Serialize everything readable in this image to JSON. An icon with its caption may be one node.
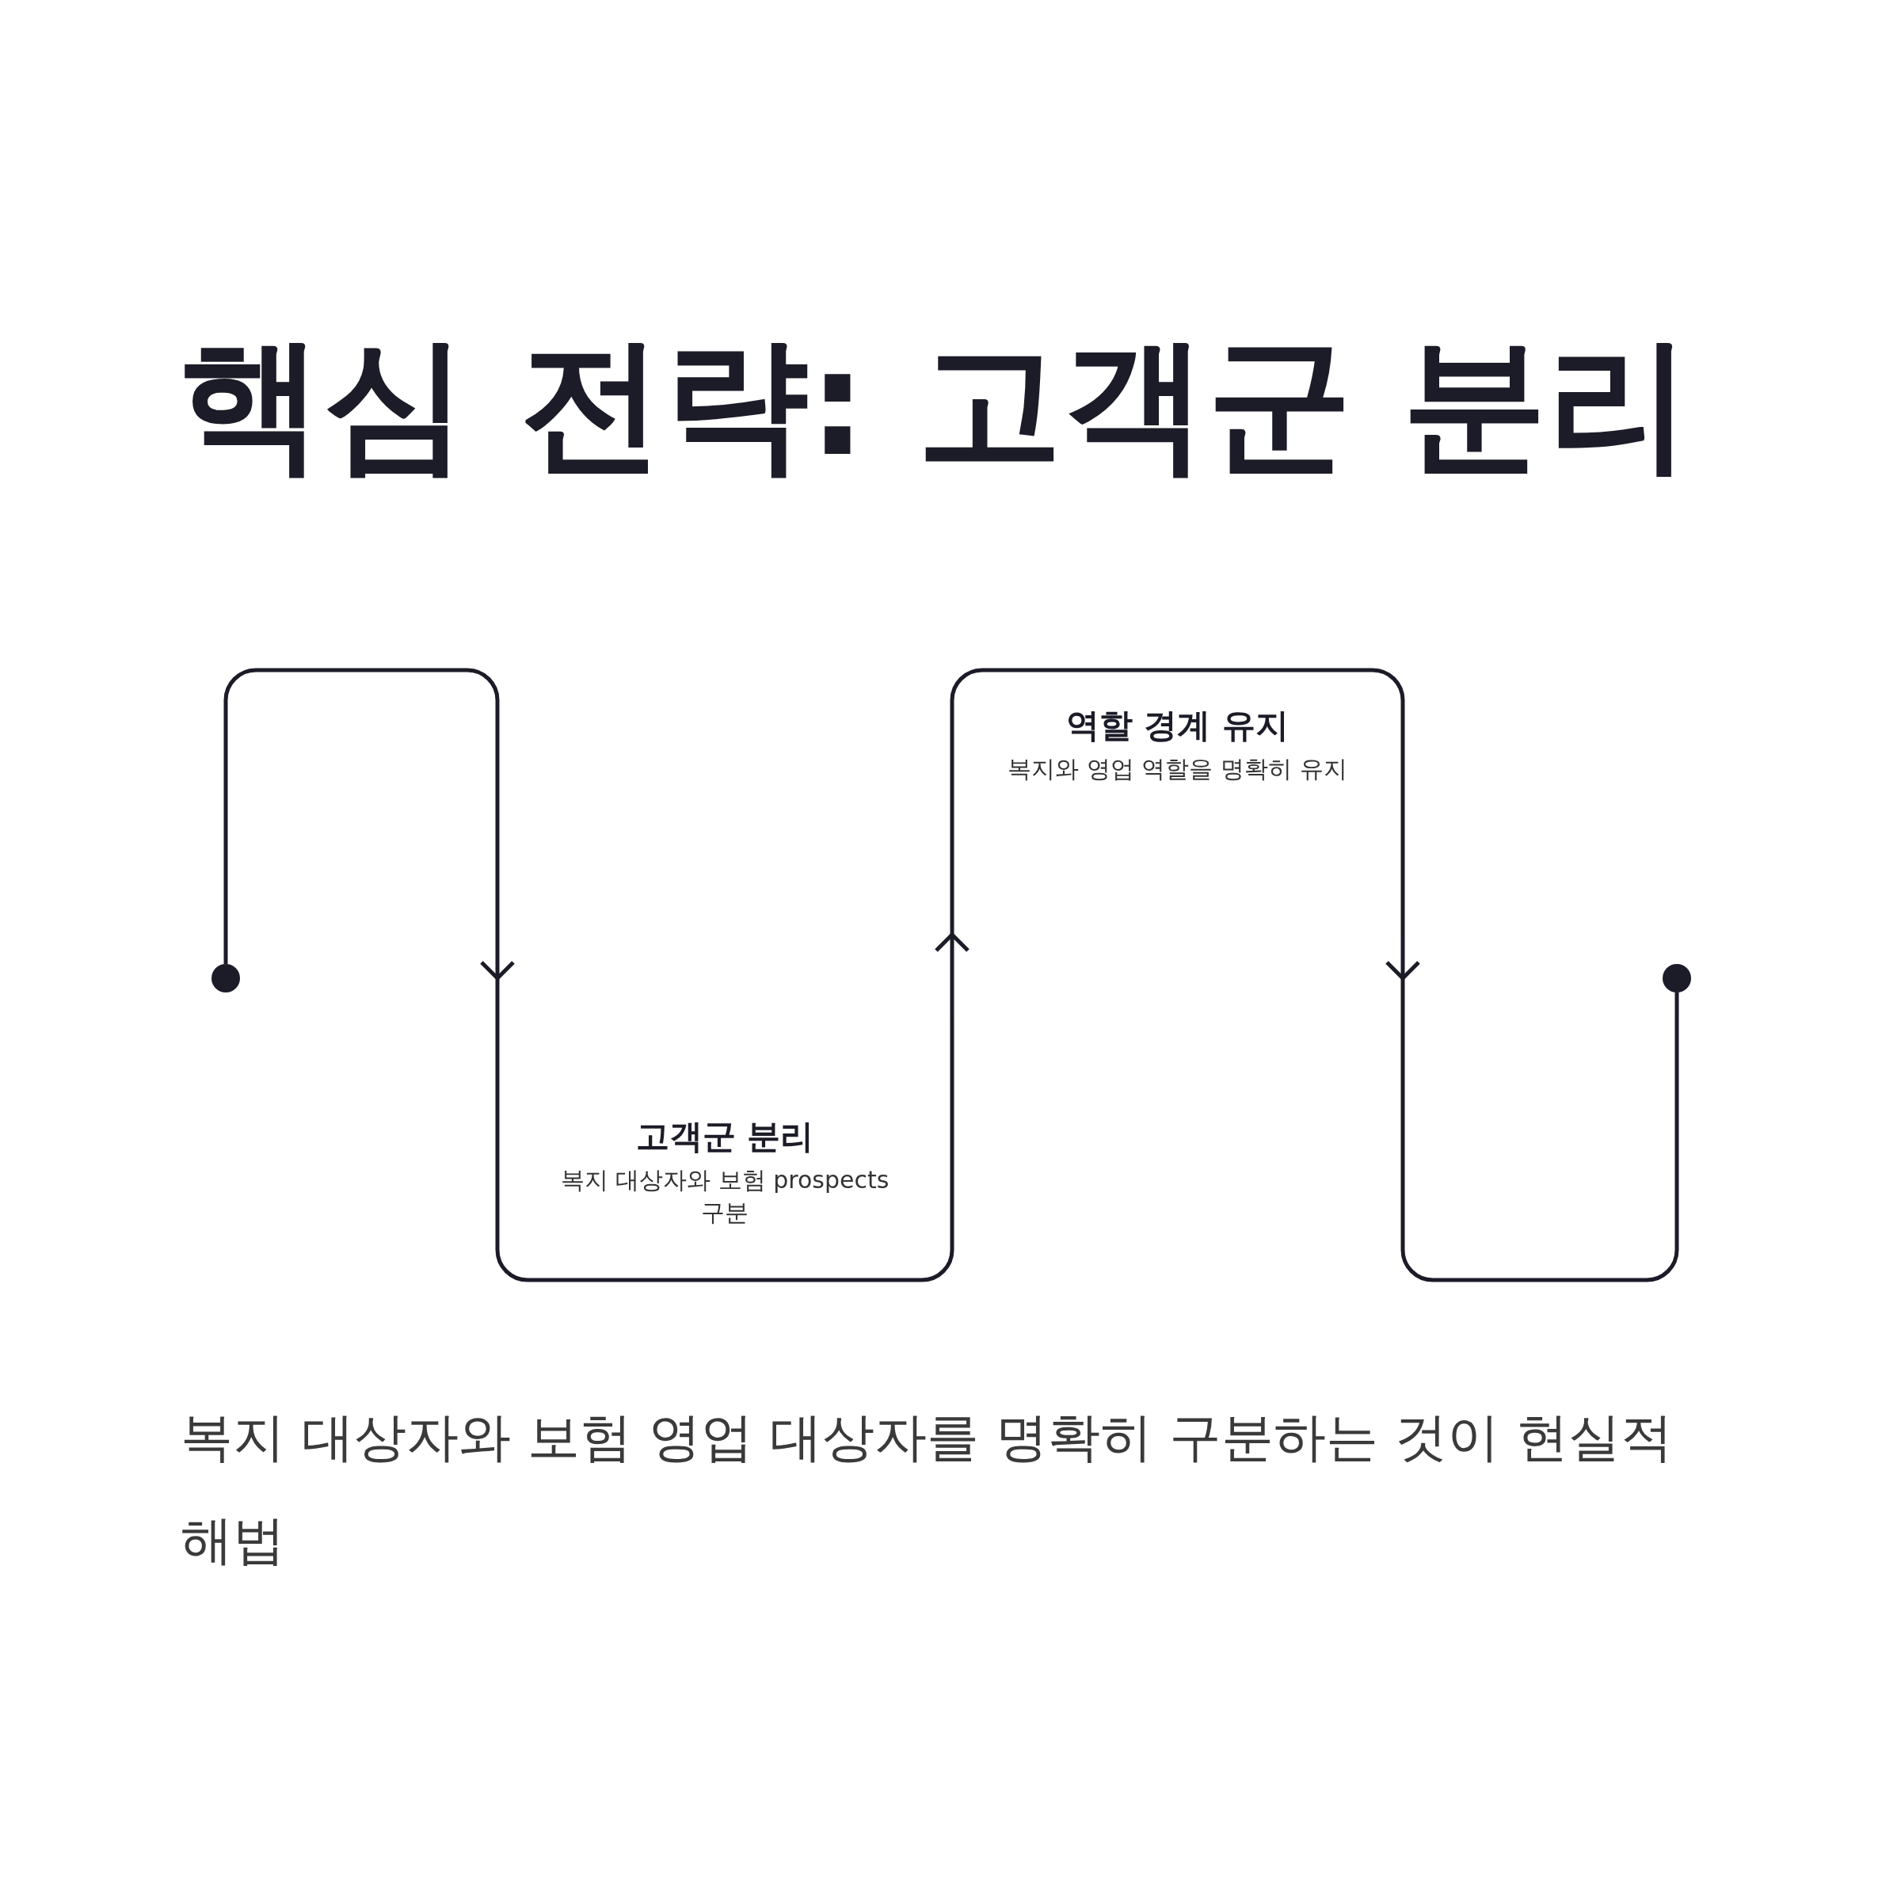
{
  "diagram": {
    "title": "핵심 전략: 고객군 분리",
    "nodes": [
      {
        "text": [],
        "shape": "circle"
      },
      {
        "text": [
          "고객군 분리",
          "복지 대상자와 보험 prospects 구분"
        ]
      },
      {
        "text": [
          "역할 경계 유지",
          "복지와 영업 역할을 명확히 유지"
        ]
      },
      {
        "text": [],
        "shape": "box"
      },
      {
        "text": [],
        "shape": "circle"
      }
    ],
    "edges": [
      {
        "from": 0,
        "to": 1,
        "arrow": "to"
      },
      {
        "from": 1,
        "to": 2,
        "arrow": "to"
      },
      {
        "from": 2,
        "to": 3,
        "arrow": "to"
      },
      {
        "from": 3,
        "to": 4,
        "arrow": "none"
      }
    ],
    "caption": "복지 대상자와 보험 영업 대상자를 명확히 구분하는 것이 현실적 해법"
  }
}
